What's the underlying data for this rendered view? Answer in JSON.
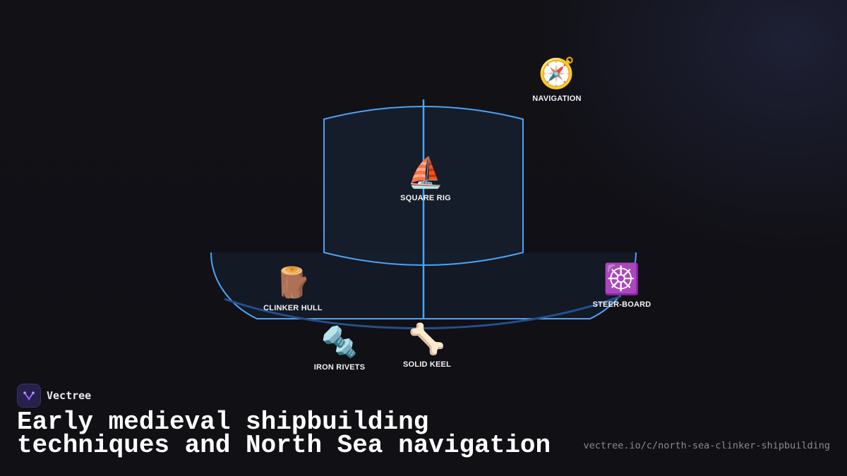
{
  "diagram": {
    "nodes": [
      {
        "id": "navigation",
        "emoji": "🧭",
        "label": "NAVIGATION"
      },
      {
        "id": "square-rig",
        "emoji": "⛵",
        "label": "SQUARE RIG"
      },
      {
        "id": "clinker-hull",
        "emoji": "🪵",
        "label": "CLINKER HULL"
      },
      {
        "id": "steer-board",
        "emoji": "☸️",
        "label": "STEER-BOARD"
      },
      {
        "id": "iron-rivets",
        "emoji": "🔩",
        "label": "IRON RIVETS"
      },
      {
        "id": "solid-keel",
        "emoji": "🦴",
        "label": "SOLID KEEL"
      }
    ],
    "colors": {
      "outline": "#4da3f5",
      "fill": "#16202e",
      "keel_curve": "#24508c"
    }
  },
  "brand": {
    "name": "Vectree",
    "logo_icon": "vectree-logo-icon"
  },
  "title": {
    "line1": "Early medieval shipbuilding",
    "line2": "techniques and North Sea navigation"
  },
  "url": "vectree.io/c/north-sea-clinker-shipbuilding"
}
